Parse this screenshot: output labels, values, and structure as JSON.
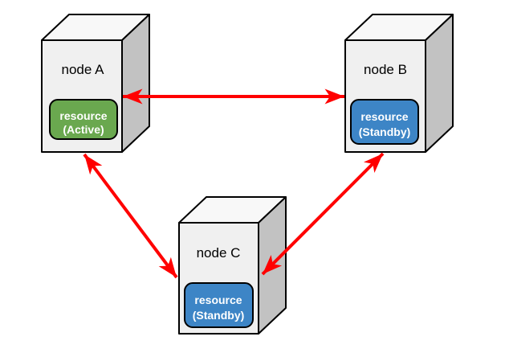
{
  "diagram": {
    "description": "Three-node high-availability cluster topology",
    "nodes": [
      {
        "label": "node A",
        "resource": {
          "line1": "resource",
          "line2": "(Active)",
          "state": "Active",
          "fill": "#6aa84f"
        }
      },
      {
        "label": "node B",
        "resource": {
          "line1": "resource",
          "line2": "(Standby)",
          "state": "Standby",
          "fill": "#3d85c6"
        }
      },
      {
        "label": "node C",
        "resource": {
          "line1": "resource",
          "line2": "(Standby)",
          "state": "Standby",
          "fill": "#3d85c6"
        }
      }
    ],
    "links": [
      {
        "from": "node A",
        "to": "node B",
        "bidirectional": true
      },
      {
        "from": "node A",
        "to": "node C",
        "bidirectional": true
      },
      {
        "from": "node B",
        "to": "node C",
        "bidirectional": true
      }
    ],
    "colors": {
      "active": "#6aa84f",
      "standby": "#3d85c6",
      "arrow": "#ff0000",
      "box_front": "#f0f0f0",
      "box_top": "#f8f8f8",
      "box_side": "#c2c2c2",
      "outline": "#000000",
      "badge_text": "#ffffff"
    }
  }
}
